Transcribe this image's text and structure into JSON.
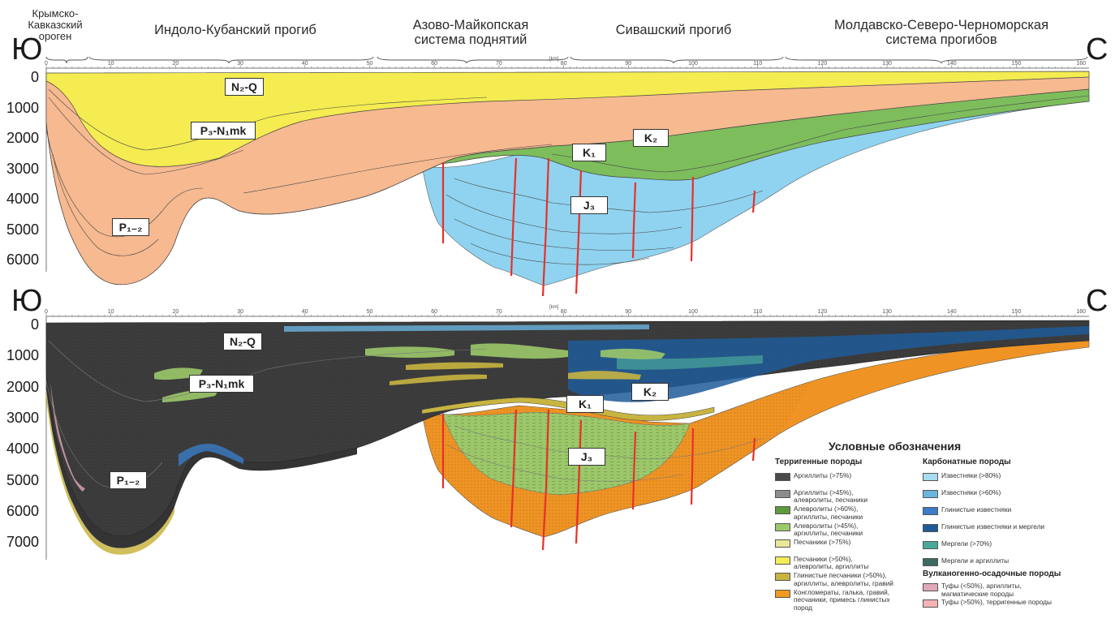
{
  "regions": [
    {
      "id": "crimea",
      "text": "Крымско-\nКавказский\nороген"
    },
    {
      "id": "indolo",
      "text": "Индоло-Кубанский прогиб"
    },
    {
      "id": "azov",
      "text": "Азово-Майкопская\nсистема поднятий"
    },
    {
      "id": "sivash",
      "text": "Сивашский прогиб"
    },
    {
      "id": "moldav",
      "text": "Молдавско-Северо-Черноморская\nсистема прогибов"
    }
  ],
  "directions": {
    "south": "Ю",
    "north": "С"
  },
  "x_ticks": [
    "0",
    "10",
    "20",
    "30",
    "40",
    "50",
    "60",
    "70",
    "80",
    "90",
    "100",
    "110",
    "120",
    "130",
    "140",
    "150",
    "160"
  ],
  "x_unit": "[km]",
  "top_depth_ticks": [
    "0",
    "1000",
    "2000",
    "3000",
    "4000",
    "5000",
    "6000"
  ],
  "bottom_depth_ticks": [
    "0",
    "1000",
    "2000",
    "3000",
    "4000",
    "5000",
    "6000",
    "7000"
  ],
  "unit_labels": {
    "n2q": "N₂-Q",
    "p3n1mk": "P₃-N₁mk",
    "p12": "P₁₋₂",
    "k1": "K₁",
    "k2": "K₂",
    "j3": "J₃"
  },
  "legend": {
    "title": "Условные обозначения",
    "terrigenous_heading": "Терригенные породы",
    "carbonate_heading": "Карбонатные породы",
    "volcanic_heading": "Вулканогенно-осадочные породы",
    "terrigenous": [
      {
        "label": "Аргиллиты (>75%)",
        "color": "#4a4a4a"
      },
      {
        "label": "Аргиллиты (>45%),\nалевролиты, песчаники",
        "color": "#8c8c8c"
      },
      {
        "label": "Алевролиты (>60%),\nаргиллиты, песчаники",
        "color": "#5e9a3c"
      },
      {
        "label": "Алевролиты (>45%),\nаргиллиты, песчаники",
        "color": "#9cc86a"
      },
      {
        "label": "Песчаники (>75%)",
        "color": "#e8e89a"
      },
      {
        "label": "Песчаники (>50%),\nалевролиты, аргиллиты",
        "color": "#f2ee58"
      },
      {
        "label": "Глинистые песчаники (>50%),\nаргиллиты, алевролиты, гравий",
        "color": "#c8b440"
      },
      {
        "label": "Конгломераты, галька, гравий,\nпесчаники, примесь глинистых\nпород",
        "color": "#f09a20"
      }
    ],
    "carbonate": [
      {
        "label": "Известняки (>80%)",
        "color": "#a8dcf0"
      },
      {
        "label": "Известняки (>60%)",
        "color": "#6ab4e0"
      },
      {
        "label": "Глинистые известняки",
        "color": "#3a7cc8"
      },
      {
        "label": "Глинистые известняки и мергели",
        "color": "#1e5a98"
      },
      {
        "label": "Мергели (>70%)",
        "color": "#4aa89a"
      },
      {
        "label": "Мергели и аргиллиты",
        "color": "#3a6a62"
      }
    ],
    "volcanic": [
      {
        "label": "Туфы (<50%), аргиллиты,\nмагматические породы",
        "color": "#e0a8b8"
      },
      {
        "label": "Туфы (>50%), терригенные породы",
        "color": "#f4b4b4"
      }
    ]
  },
  "colors": {
    "quaternary": "#f4ec50",
    "paleogene": "#f6b990",
    "cretaceous": "#7dbd5c",
    "jurassic": "#8fd3f0",
    "fault": "#e8302a",
    "shale": "#3c3c3c",
    "conglomerate": "#ef9424"
  }
}
